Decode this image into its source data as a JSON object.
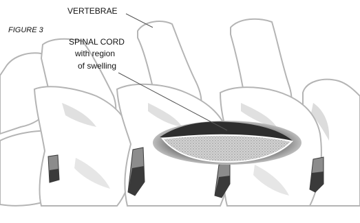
{
  "figure": {
    "title": "FIGURE 3",
    "labels": {
      "vertebrae": "VERTEBRAE",
      "spinal_cord_line1": "SPINAL CORD",
      "spinal_cord_line2": "with region",
      "spinal_cord_line3": "of swelling"
    }
  },
  "colors": {
    "bone_fill": "#ffffff",
    "bone_outline": "#b4b4b4",
    "shadow": "#d9d9d9",
    "disc_dark": "#3a3a3a",
    "disc_mid": "#8c8c8c",
    "swelling_halo": "#9a9a9a",
    "swelling_core": "#2e2e2e",
    "cord_stipple": "#c8c8c8"
  }
}
